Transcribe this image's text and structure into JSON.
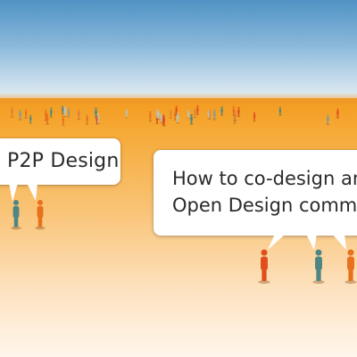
{
  "illustration": {
    "bubble_left_text": "P2P Design",
    "bubble_right_line1": "How to co-design an",
    "bubble_right_line2": "Open Design commu",
    "colors": {
      "sky_top": "#4f92c4",
      "ground_orange": "#f29a1e",
      "figure_teal": "#4e8683",
      "figure_orange": "#e8711c",
      "figure_red": "#e04e1d"
    }
  }
}
